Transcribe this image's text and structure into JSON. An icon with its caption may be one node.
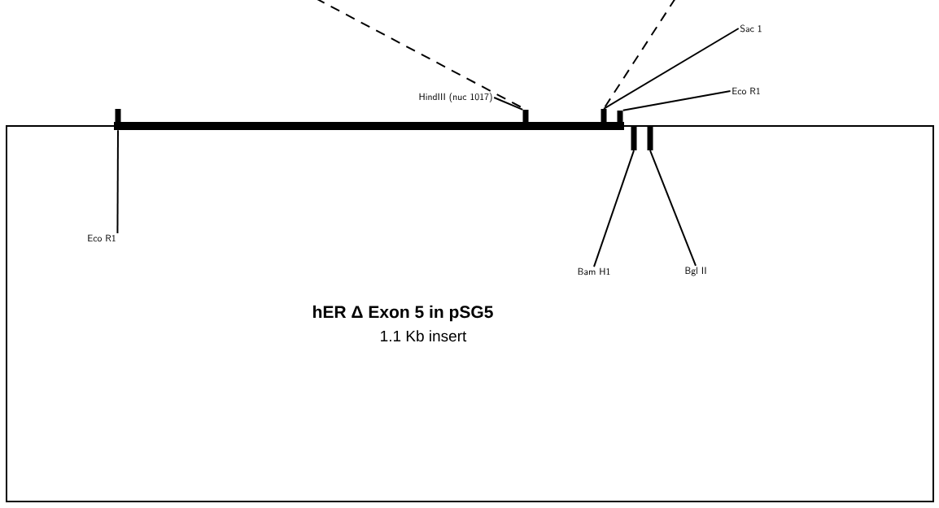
{
  "diagram": {
    "nodes": [
      {
        "text": [
          "hER Δ Exon 5 in pSG5",
          "1.1 Kb insert"
        ]
      },
      {
        "text": [
          "HindIII (nuc 1017)"
        ]
      },
      {
        "text": [
          "Sac 1"
        ]
      },
      {
        "text": [
          "Eco R1"
        ]
      },
      {
        "text": [
          "Eco R1"
        ],
        "in": 0
      },
      {
        "text": [
          "Bam H1"
        ],
        "in": 0
      },
      {
        "text": [
          "Bgl II"
        ],
        "in": 0
      },
      {
        "text": [],
        "shape": "bar"
      },
      {
        "text": [],
        "shape": "bar"
      },
      {
        "text": [],
        "shape": "bar"
      },
      {
        "text": [],
        "shape": "bar"
      },
      {
        "text": [],
        "shape": "bar",
        "in": 0
      },
      {
        "text": [],
        "shape": "bar",
        "in": 0
      }
    ],
    "edges": [
      {
        "from": 1,
        "to": 8,
        "arrow": "none"
      },
      {
        "from": 2,
        "to": 9,
        "arrow": "none"
      },
      {
        "from": 3,
        "to": 10,
        "arrow": "none"
      },
      {
        "from": 4,
        "to": 7,
        "arrow": "none"
      },
      {
        "from": 5,
        "to": 11,
        "arrow": "none"
      },
      {
        "from": 6,
        "to": 12,
        "arrow": "none"
      },
      {
        "from": null,
        "to": 8,
        "arrow": "none",
        "style": "dashed"
      },
      {
        "from": null,
        "to": 9,
        "arrow": "none",
        "style": "dashed"
      }
    ]
  }
}
